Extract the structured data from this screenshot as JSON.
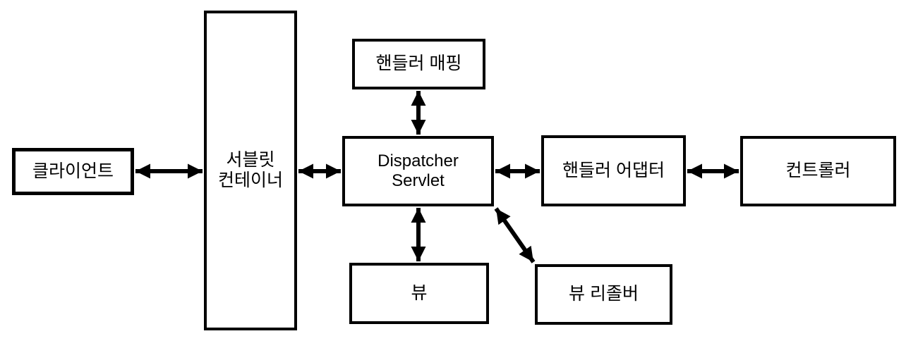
{
  "diagram": {
    "colors": {
      "background": "#ffffff",
      "box_fill": "#ffffff",
      "line": "#000000",
      "text": "#000000"
    },
    "nodes": {
      "client": {
        "label": "클라이언트"
      },
      "servlet_container": {
        "label": "서블릿\n컨테이너"
      },
      "handler_mapping": {
        "label": "핸들러 매핑"
      },
      "dispatcher_servlet": {
        "label": "Dispatcher\nServlet"
      },
      "handler_adapter": {
        "label": "핸들러 어댑터"
      },
      "controller": {
        "label": "컨트롤러"
      },
      "view": {
        "label": "뷰"
      },
      "view_resolver": {
        "label": "뷰 리졸버"
      }
    },
    "edges": [
      {
        "from": "client",
        "to": "servlet_container",
        "bidirectional": true
      },
      {
        "from": "servlet_container",
        "to": "dispatcher_servlet",
        "bidirectional": true
      },
      {
        "from": "handler_mapping",
        "to": "dispatcher_servlet",
        "bidirectional": true
      },
      {
        "from": "dispatcher_servlet",
        "to": "handler_adapter",
        "bidirectional": true
      },
      {
        "from": "handler_adapter",
        "to": "controller",
        "bidirectional": true
      },
      {
        "from": "dispatcher_servlet",
        "to": "view",
        "bidirectional": true
      },
      {
        "from": "dispatcher_servlet",
        "to": "view_resolver",
        "bidirectional": true
      }
    ]
  }
}
